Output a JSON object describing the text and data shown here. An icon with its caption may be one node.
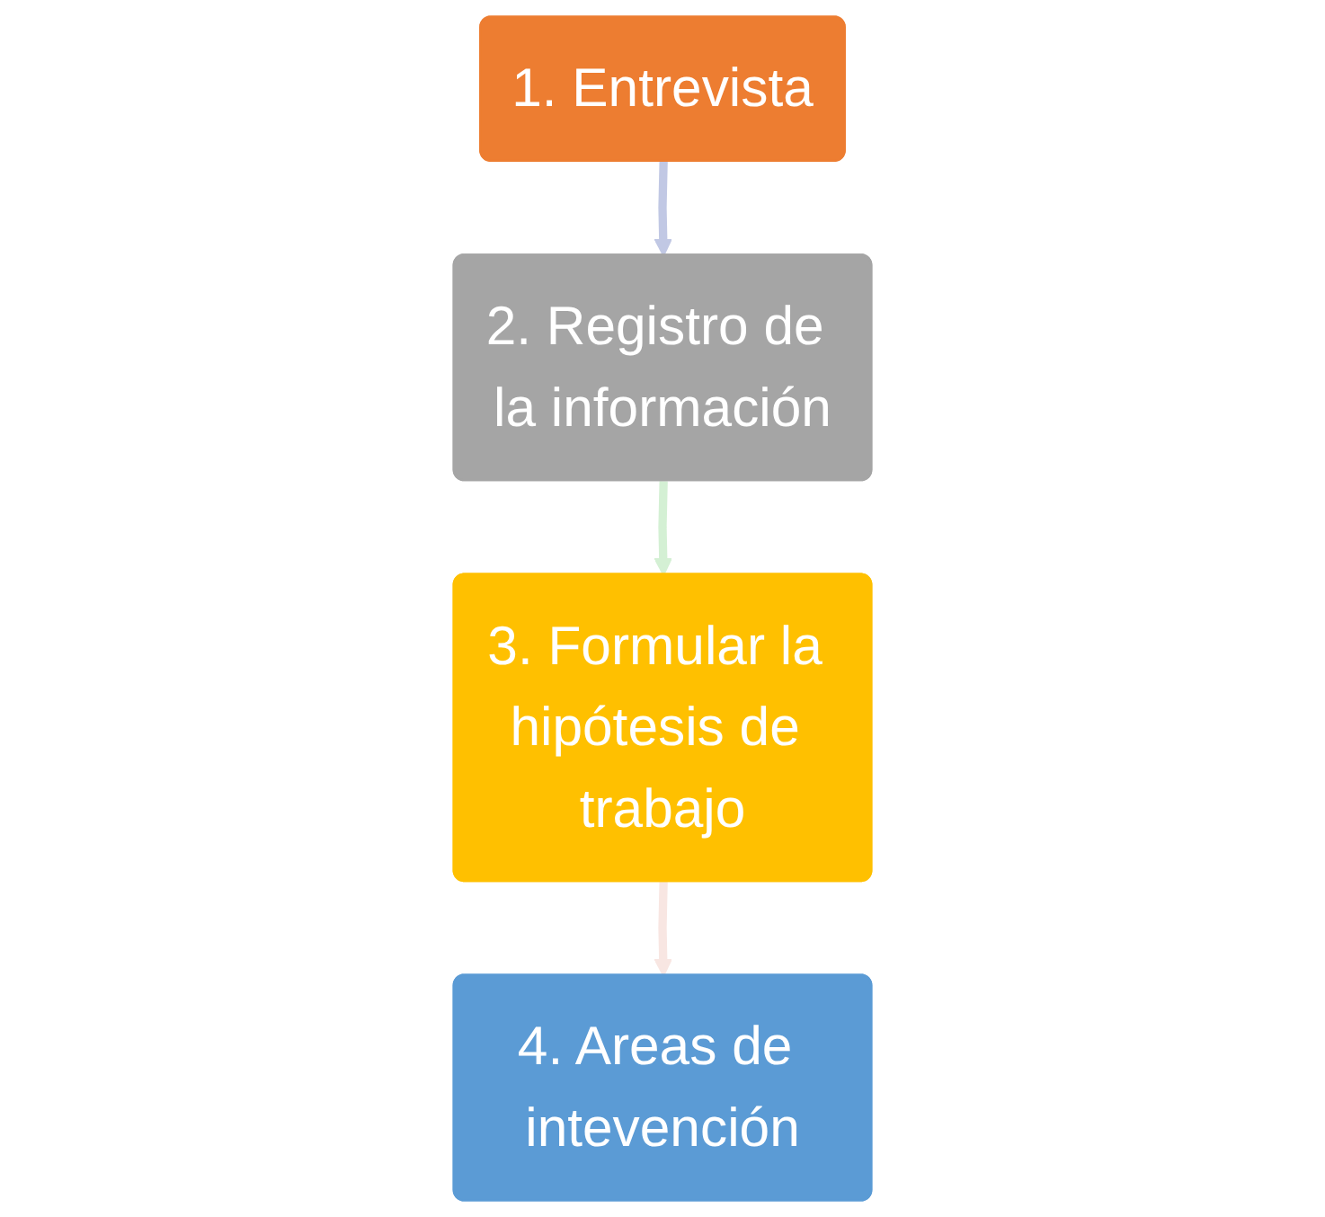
{
  "diagram": {
    "nodes": [
      {
        "text": [
          "1. Entrevista"
        ]
      },
      {
        "text": [
          "2. Registro de la información"
        ]
      },
      {
        "text": [
          "3. Formular la hipótesis de trabajo"
        ]
      },
      {
        "text": [
          "4. Areas de intevención"
        ]
      }
    ],
    "edges": [
      {
        "from": 0,
        "to": 1,
        "arrow": "to",
        "color": "#c1c8e4"
      },
      {
        "from": 1,
        "to": 2,
        "arrow": "to",
        "color": "#d4f0d4"
      },
      {
        "from": 2,
        "to": 3,
        "arrow": "to",
        "color": "#f8e6e2"
      }
    ]
  }
}
